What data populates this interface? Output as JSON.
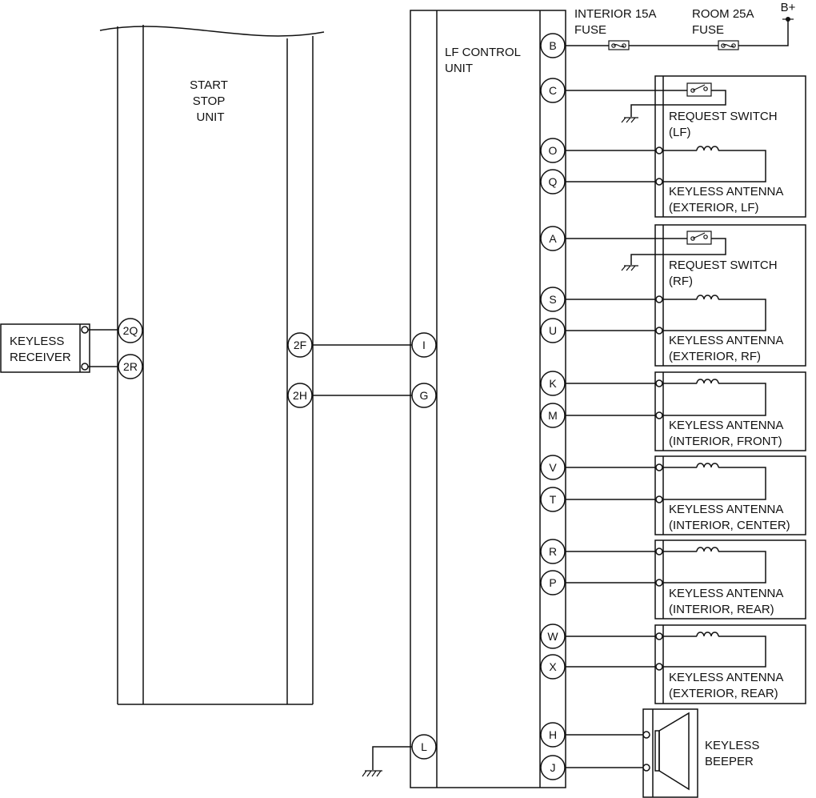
{
  "start_stop_unit": {
    "label": [
      "START",
      "STOP",
      "UNIT"
    ],
    "pins": [
      "2Q",
      "2R",
      "2F",
      "2H"
    ]
  },
  "keyless_receiver": {
    "label": [
      "KEYLESS",
      "RECEIVER"
    ]
  },
  "lf_control_unit": {
    "label": [
      "LF CONTROL",
      "UNIT"
    ],
    "left_pins": [
      "I",
      "G",
      "L"
    ],
    "right_pins": [
      "B",
      "C",
      "O",
      "Q",
      "A",
      "S",
      "U",
      "K",
      "M",
      "V",
      "T",
      "R",
      "P",
      "W",
      "X",
      "H",
      "J"
    ]
  },
  "power": {
    "fuse_interior": [
      "INTERIOR 15A",
      "FUSE"
    ],
    "fuse_room": [
      "ROOM 25A",
      "FUSE"
    ],
    "battery": "B+"
  },
  "components": {
    "request_switch_lf": [
      "REQUEST SWITCH",
      "(LF)"
    ],
    "antenna_ext_lf": [
      "KEYLESS ANTENNA",
      "(EXTERIOR, LF)"
    ],
    "request_switch_rf": [
      "REQUEST SWITCH",
      "(RF)"
    ],
    "antenna_ext_rf": [
      "KEYLESS ANTENNA",
      "(EXTERIOR, RF)"
    ],
    "antenna_int_front": [
      "KEYLESS ANTENNA",
      "(INTERIOR, FRONT)"
    ],
    "antenna_int_center": [
      "KEYLESS ANTENNA",
      "(INTERIOR, CENTER)"
    ],
    "antenna_int_rear": [
      "KEYLESS ANTENNA",
      "(INTERIOR, REAR)"
    ],
    "antenna_ext_rear": [
      "KEYLESS ANTENNA",
      "(EXTERIOR, REAR)"
    ],
    "keyless_beeper": [
      "KEYLESS",
      "BEEPER"
    ]
  }
}
